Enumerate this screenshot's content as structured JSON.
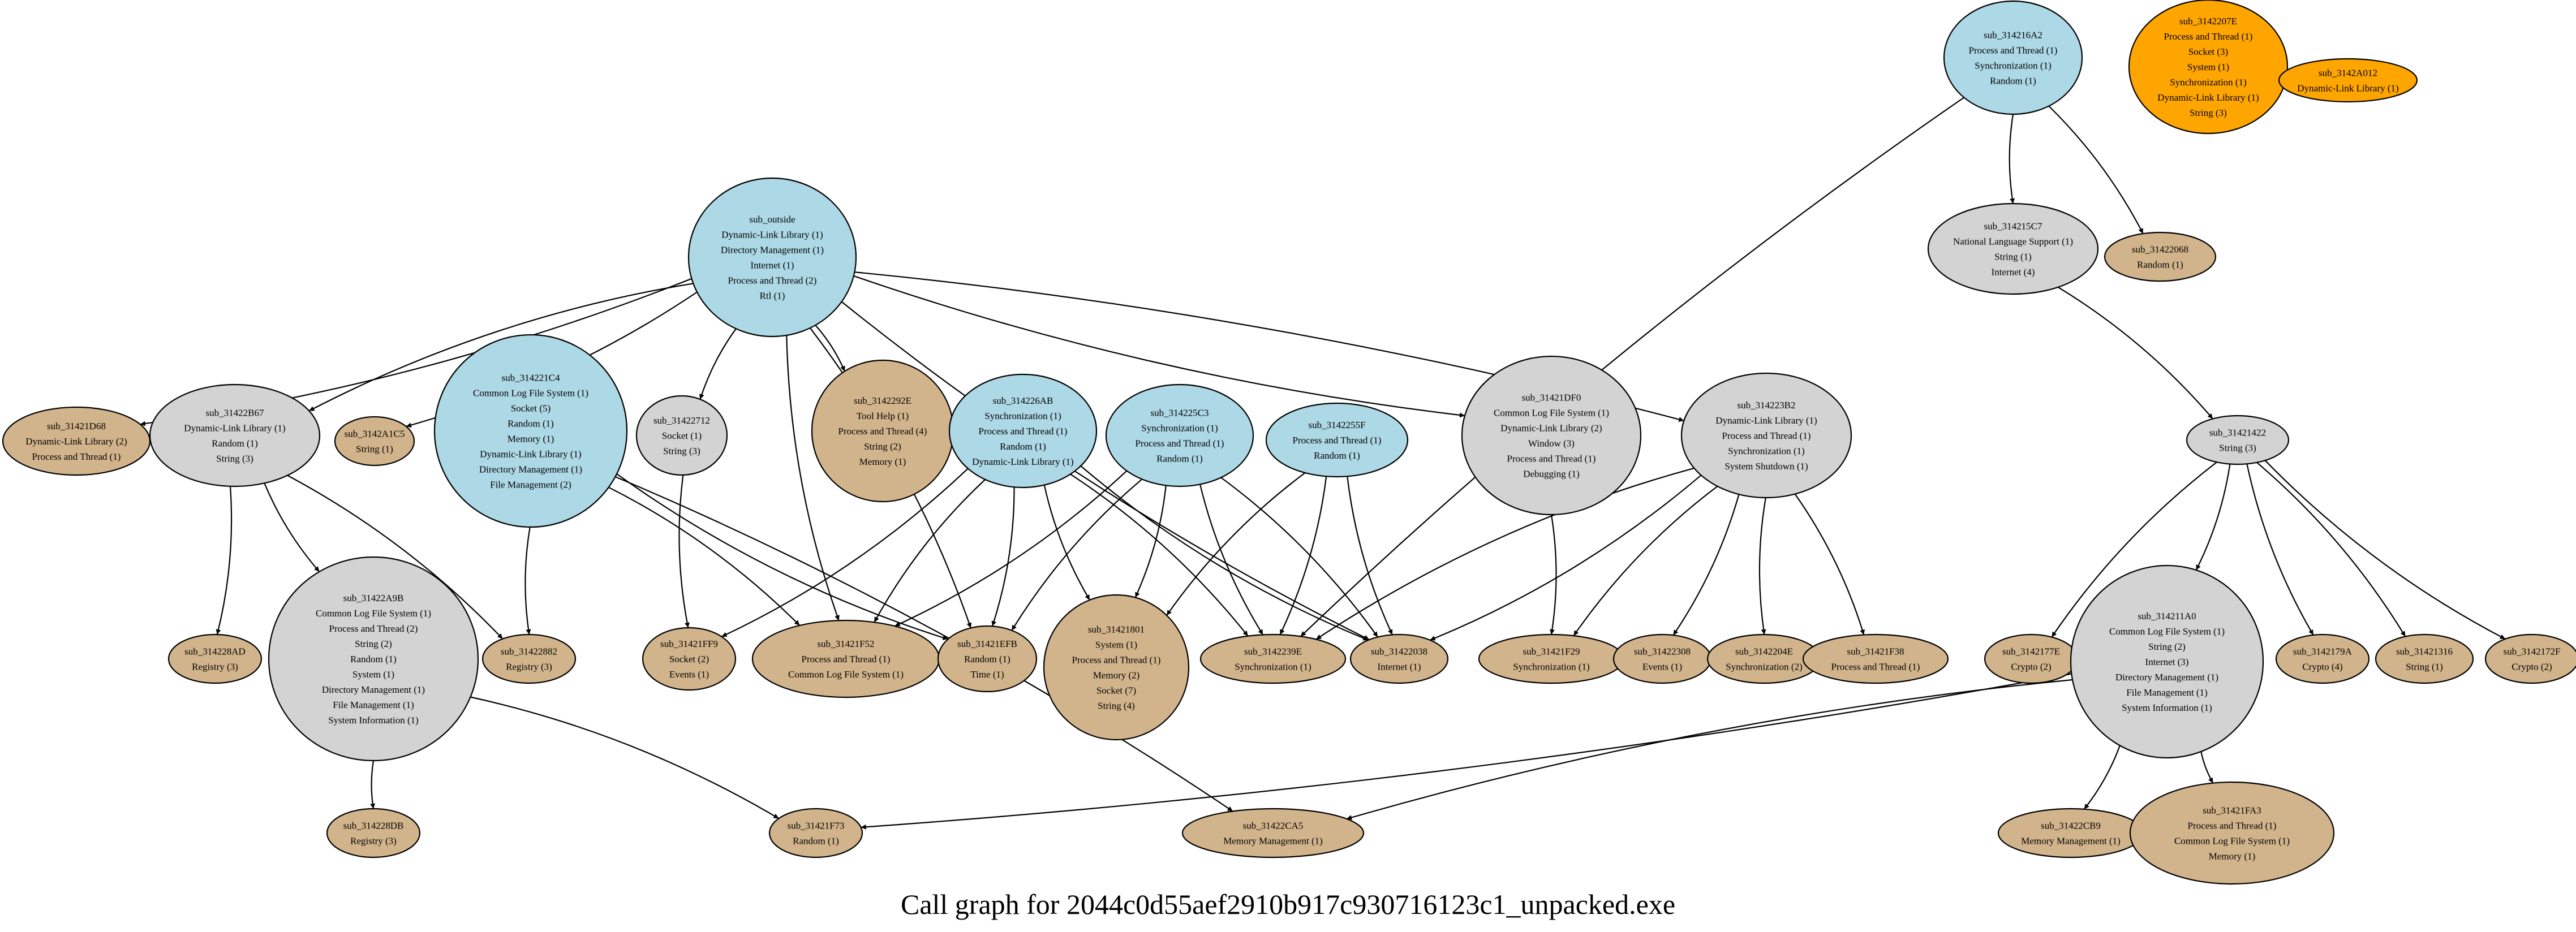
{
  "caption": "Call graph for 2044c0d55aef2910b917c930716123c1_unpacked.exe",
  "colors": {
    "blue": "#add8e6",
    "gray": "#d3d3d3",
    "tan": "#d2b48c",
    "orange": "#ffa500"
  },
  "nodes": [
    {
      "id": "sub_3142207E",
      "color": "orange",
      "lines": [
        "sub_3142207E",
        "Process and Thread (1)",
        "Socket (3)",
        "System (1)",
        "Synchronization (1)",
        "Dynamic-Link Library (1)",
        "String (3)"
      ]
    },
    {
      "id": "sub_3142A012",
      "color": "orange",
      "lines": [
        "sub_3142A012",
        "Dynamic-Link Library (1)"
      ]
    },
    {
      "id": "sub_314216A2",
      "color": "blue",
      "lines": [
        "sub_314216A2",
        "Process and Thread (1)",
        "Synchronization (1)",
        "Random (1)"
      ]
    },
    {
      "id": "sub_outside",
      "color": "blue",
      "lines": [
        "sub_outside",
        "Dynamic-Link Library (1)",
        "Directory Management (1)",
        "Internet (1)",
        "Process and Thread (2)",
        "Rtl (1)"
      ]
    },
    {
      "id": "sub_314215C7",
      "color": "gray",
      "lines": [
        "sub_314215C7",
        "National Language Support (1)",
        "String (1)",
        "Internet (4)"
      ]
    },
    {
      "id": "sub_31422068",
      "color": "tan",
      "lines": [
        "sub_31422068",
        "Random (1)"
      ]
    },
    {
      "id": "sub_31421D68",
      "color": "tan",
      "lines": [
        "sub_31421D68",
        "Dynamic-Link Library (2)",
        "Process and Thread (1)"
      ]
    },
    {
      "id": "sub_31422B67",
      "color": "gray",
      "lines": [
        "sub_31422B67",
        "Dynamic-Link Library (1)",
        "Random (1)",
        "String (3)"
      ]
    },
    {
      "id": "sub_3142A1C5",
      "color": "tan",
      "lines": [
        "sub_3142A1C5",
        "String (1)"
      ]
    },
    {
      "id": "sub_314221C4",
      "color": "blue",
      "lines": [
        "sub_314221C4",
        "Common Log File System (1)",
        "Socket (5)",
        "Random (1)",
        "Memory (1)",
        "Dynamic-Link Library (1)",
        "Directory Management (1)",
        "File Management (2)"
      ]
    },
    {
      "id": "sub_31422712",
      "color": "gray",
      "lines": [
        "sub_31422712",
        "Socket (1)",
        "String (3)"
      ]
    },
    {
      "id": "sub_3142292E",
      "color": "tan",
      "lines": [
        "sub_3142292E",
        "Tool Help (1)",
        "Process and Thread (4)",
        "String (2)",
        "Memory (1)"
      ]
    },
    {
      "id": "sub_314226AB",
      "color": "blue",
      "lines": [
        "sub_314226AB",
        "Synchronization (1)",
        "Process and Thread (1)",
        "Random (1)",
        "Dynamic-Link Library (1)"
      ]
    },
    {
      "id": "sub_314225C3",
      "color": "blue",
      "lines": [
        "sub_314225C3",
        "Synchronization (1)",
        "Process and Thread (1)",
        "Random (1)"
      ]
    },
    {
      "id": "sub_3142255F",
      "color": "blue",
      "lines": [
        "sub_3142255F",
        "Process and Thread (1)",
        "Random (1)"
      ]
    },
    {
      "id": "sub_31421DF0",
      "color": "gray",
      "lines": [
        "sub_31421DF0",
        "Common Log File System (1)",
        "Dynamic-Link Library (2)",
        "Window (3)",
        "Process and Thread (1)",
        "Debugging (1)"
      ]
    },
    {
      "id": "sub_314223B2",
      "color": "gray",
      "lines": [
        "sub_314223B2",
        "Dynamic-Link Library (1)",
        "Process and Thread (1)",
        "Synchronization (1)",
        "System Shutdown (1)"
      ]
    },
    {
      "id": "sub_31421422",
      "color": "gray",
      "lines": [
        "sub_31421422",
        "String (3)"
      ]
    },
    {
      "id": "sub_314228AD",
      "color": "tan",
      "lines": [
        "sub_314228AD",
        "Registry (3)"
      ]
    },
    {
      "id": "sub_31422A9B",
      "color": "gray",
      "lines": [
        "sub_31422A9B",
        "Common Log File System (1)",
        "Process and Thread (2)",
        "String (2)",
        "Random (1)",
        "System (1)",
        "Directory Management (1)",
        "File Management (1)",
        "System Information (1)"
      ]
    },
    {
      "id": "sub_31422882",
      "color": "tan",
      "lines": [
        "sub_31422882",
        "Registry (3)"
      ]
    },
    {
      "id": "sub_31421FF9",
      "color": "tan",
      "lines": [
        "sub_31421FF9",
        "Socket (2)",
        "Events (1)"
      ]
    },
    {
      "id": "sub_31421F52",
      "color": "tan",
      "lines": [
        "sub_31421F52",
        "Process and Thread (1)",
        "Common Log File System (1)"
      ]
    },
    {
      "id": "sub_31421EFB",
      "color": "tan",
      "lines": [
        "sub_31421EFB",
        "Random (1)",
        "Time (1)"
      ]
    },
    {
      "id": "sub_31421801",
      "color": "tan",
      "lines": [
        "sub_31421801",
        "System (1)",
        "Process and Thread (1)",
        "Memory (2)",
        "Socket (7)",
        "String (4)"
      ]
    },
    {
      "id": "sub_3142239E",
      "color": "tan",
      "lines": [
        "sub_3142239E",
        "Synchronization (1)"
      ]
    },
    {
      "id": "sub_31422038",
      "color": "tan",
      "lines": [
        "sub_31422038",
        "Internet (1)"
      ]
    },
    {
      "id": "sub_31421F29",
      "color": "tan",
      "lines": [
        "sub_31421F29",
        "Synchronization (1)"
      ]
    },
    {
      "id": "sub_31422308",
      "color": "tan",
      "lines": [
        "sub_31422308",
        "Events (1)"
      ]
    },
    {
      "id": "sub_3142204E",
      "color": "tan",
      "lines": [
        "sub_3142204E",
        "Synchronization (2)"
      ]
    },
    {
      "id": "sub_31421F38",
      "color": "tan",
      "lines": [
        "sub_31421F38",
        "Process and Thread (1)"
      ]
    },
    {
      "id": "sub_3142177E",
      "color": "tan",
      "lines": [
        "sub_3142177E",
        "Crypto (2)"
      ]
    },
    {
      "id": "sub_314211A0",
      "color": "gray",
      "lines": [
        "sub_314211A0",
        "Common Log File System (1)",
        "String (2)",
        "Internet (3)",
        "Directory Management (1)",
        "File Management (1)",
        "System Information (1)"
      ]
    },
    {
      "id": "sub_3142179A",
      "color": "tan",
      "lines": [
        "sub_3142179A",
        "Crypto (4)"
      ]
    },
    {
      "id": "sub_31421316",
      "color": "tan",
      "lines": [
        "sub_31421316",
        "String (1)"
      ]
    },
    {
      "id": "sub_3142172F",
      "color": "tan",
      "lines": [
        "sub_3142172F",
        "Crypto (2)"
      ]
    },
    {
      "id": "sub_314228DB",
      "color": "tan",
      "lines": [
        "sub_314228DB",
        "Registry (3)"
      ]
    },
    {
      "id": "sub_31421F73",
      "color": "tan",
      "lines": [
        "sub_31421F73",
        "Random (1)"
      ]
    },
    {
      "id": "sub_31422CA5",
      "color": "tan",
      "lines": [
        "sub_31422CA5",
        "Memory Management (1)"
      ]
    },
    {
      "id": "sub_31422CB9",
      "color": "tan",
      "lines": [
        "sub_31422CB9",
        "Memory Management (1)"
      ]
    },
    {
      "id": "sub_31421FA3",
      "color": "tan",
      "lines": [
        "sub_31421FA3",
        "Process and Thread (1)",
        "Common Log File System (1)",
        "Memory (1)"
      ]
    }
  ],
  "edges": [
    [
      "sub_314216A2",
      "sub_314215C7"
    ],
    [
      "sub_314216A2",
      "sub_31422068"
    ],
    [
      "sub_314216A2",
      "sub_3142239E"
    ],
    [
      "sub_314215C7",
      "sub_31421422"
    ],
    [
      "sub_31421422",
      "sub_3142177E"
    ],
    [
      "sub_31421422",
      "sub_314211A0"
    ],
    [
      "sub_31421422",
      "sub_3142179A"
    ],
    [
      "sub_31421422",
      "sub_31421316"
    ],
    [
      "sub_31421422",
      "sub_3142172F"
    ],
    [
      "sub_314211A0",
      "sub_31422CB9"
    ],
    [
      "sub_314211A0",
      "sub_31421FA3"
    ],
    [
      "sub_314211A0",
      "sub_31421F73"
    ],
    [
      "sub_314211A0",
      "sub_31422CA5"
    ],
    [
      "sub_outside",
      "sub_31421D68"
    ],
    [
      "sub_outside",
      "sub_31422B67"
    ],
    [
      "sub_outside",
      "sub_3142A1C5"
    ],
    [
      "sub_outside",
      "sub_31422712"
    ],
    [
      "sub_outside",
      "sub_3142292E"
    ],
    [
      "sub_outside",
      "sub_31421F52"
    ],
    [
      "sub_outside",
      "sub_31421EFB"
    ],
    [
      "sub_outside",
      "sub_31421DF0"
    ],
    [
      "sub_outside",
      "sub_314223B2"
    ],
    [
      "sub_outside",
      "sub_31422038"
    ],
    [
      "sub_31422B67",
      "sub_314228AD"
    ],
    [
      "sub_31422B67",
      "sub_31422A9B"
    ],
    [
      "sub_31422B67",
      "sub_31422882"
    ],
    [
      "sub_31422A9B",
      "sub_314228DB"
    ],
    [
      "sub_31422A9B",
      "sub_31421F73"
    ],
    [
      "sub_314221C4",
      "sub_31422882"
    ],
    [
      "sub_314221C4",
      "sub_31421F52"
    ],
    [
      "sub_314221C4",
      "sub_31421EFB"
    ],
    [
      "sub_314221C4",
      "sub_31422CA5"
    ],
    [
      "sub_31422712",
      "sub_31421FF9"
    ],
    [
      "sub_314226AB",
      "sub_31421FF9"
    ],
    [
      "sub_314226AB",
      "sub_31421F52"
    ],
    [
      "sub_314226AB",
      "sub_31421EFB"
    ],
    [
      "sub_314226AB",
      "sub_31421801"
    ],
    [
      "sub_314226AB",
      "sub_3142239E"
    ],
    [
      "sub_314226AB",
      "sub_31422038"
    ],
    [
      "sub_314225C3",
      "sub_31421F52"
    ],
    [
      "sub_314225C3",
      "sub_31421EFB"
    ],
    [
      "sub_314225C3",
      "sub_31421801"
    ],
    [
      "sub_314225C3",
      "sub_3142239E"
    ],
    [
      "sub_314225C3",
      "sub_31422038"
    ],
    [
      "sub_3142255F",
      "sub_31421801"
    ],
    [
      "sub_3142255F",
      "sub_3142239E"
    ],
    [
      "sub_3142255F",
      "sub_31422038"
    ],
    [
      "sub_31421DF0",
      "sub_31421F29"
    ],
    [
      "sub_314223B2",
      "sub_3142239E"
    ],
    [
      "sub_314223B2",
      "sub_31422038"
    ],
    [
      "sub_314223B2",
      "sub_31421F29"
    ],
    [
      "sub_314223B2",
      "sub_31422308"
    ],
    [
      "sub_314223B2",
      "sub_3142204E"
    ],
    [
      "sub_314223B2",
      "sub_31421F38"
    ]
  ]
}
